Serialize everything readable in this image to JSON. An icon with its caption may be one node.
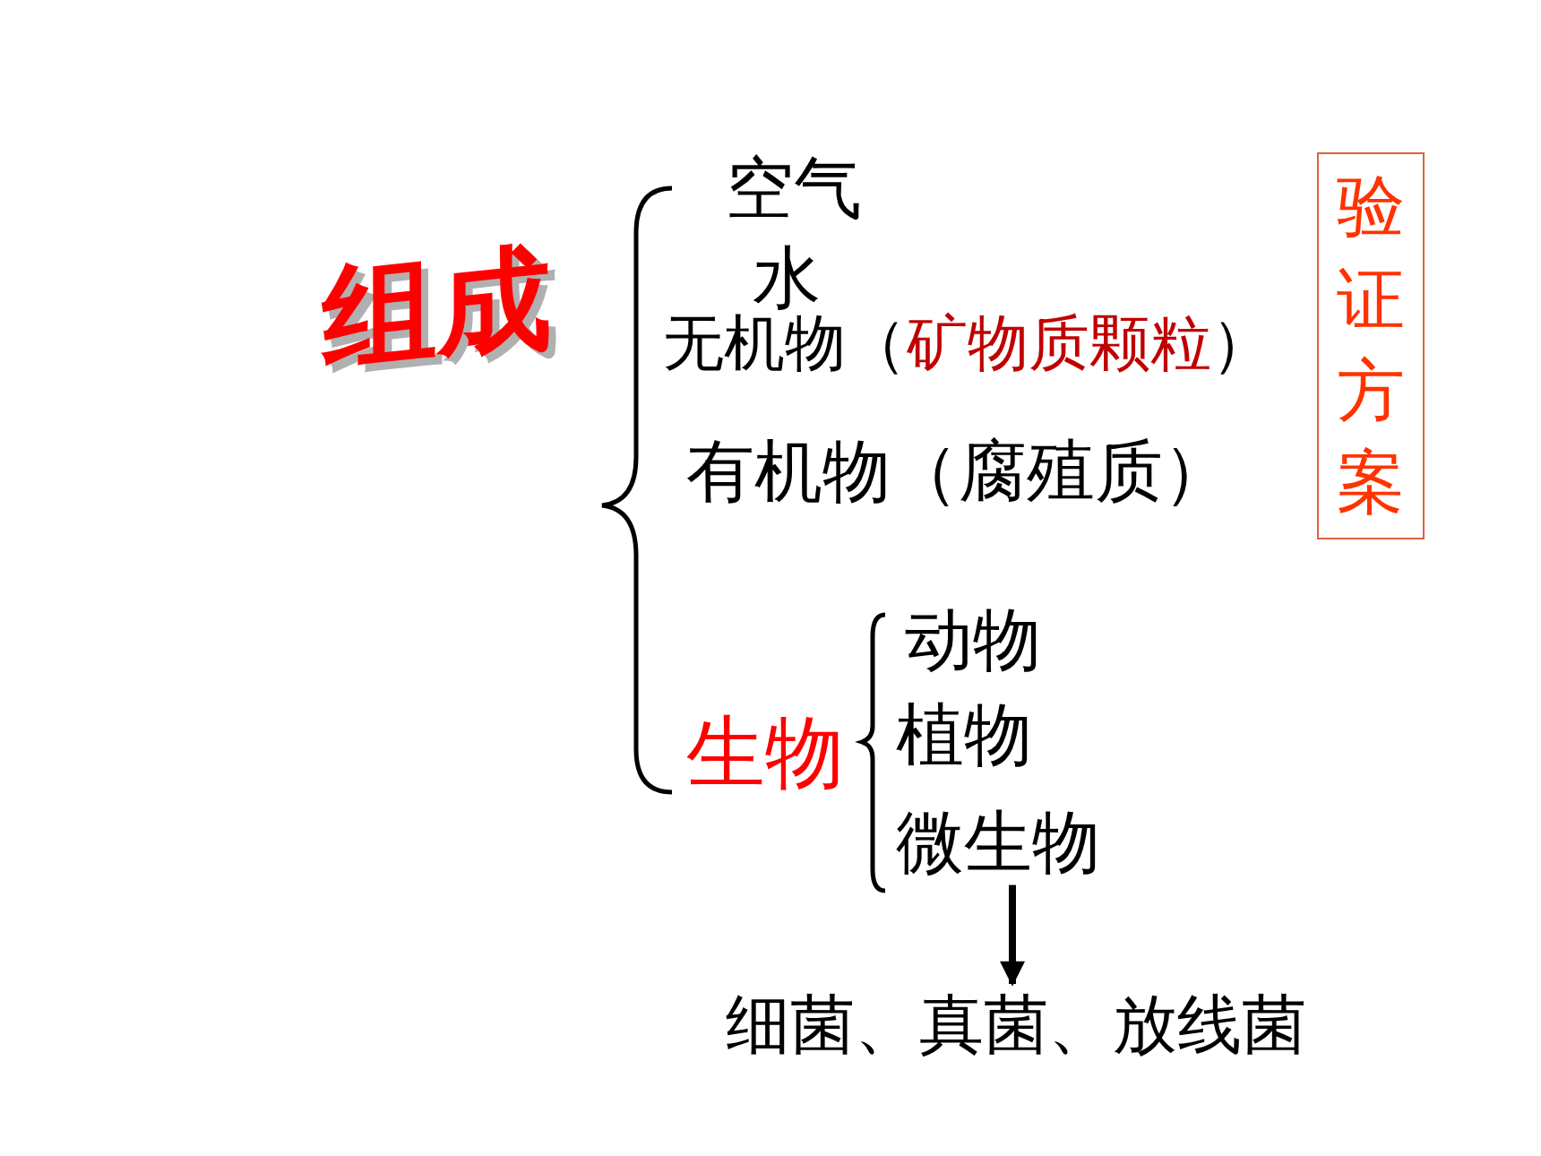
{
  "diagram": {
    "title": "组成",
    "nodes": [
      {
        "text": [
          "验证方案"
        ]
      },
      {
        "text": [
          "微生物"
        ]
      },
      {
        "text": [
          "细菌、真菌、放线菌"
        ]
      }
    ],
    "edges": [
      {
        "from": 1,
        "to": 2,
        "arrow": "to"
      }
    ],
    "labels": [
      "空气",
      "水",
      "无机物（",
      "矿物质颗粒",
      "）",
      "有机物（腐殖质）",
      "生物",
      "动物",
      "植物"
    ]
  }
}
